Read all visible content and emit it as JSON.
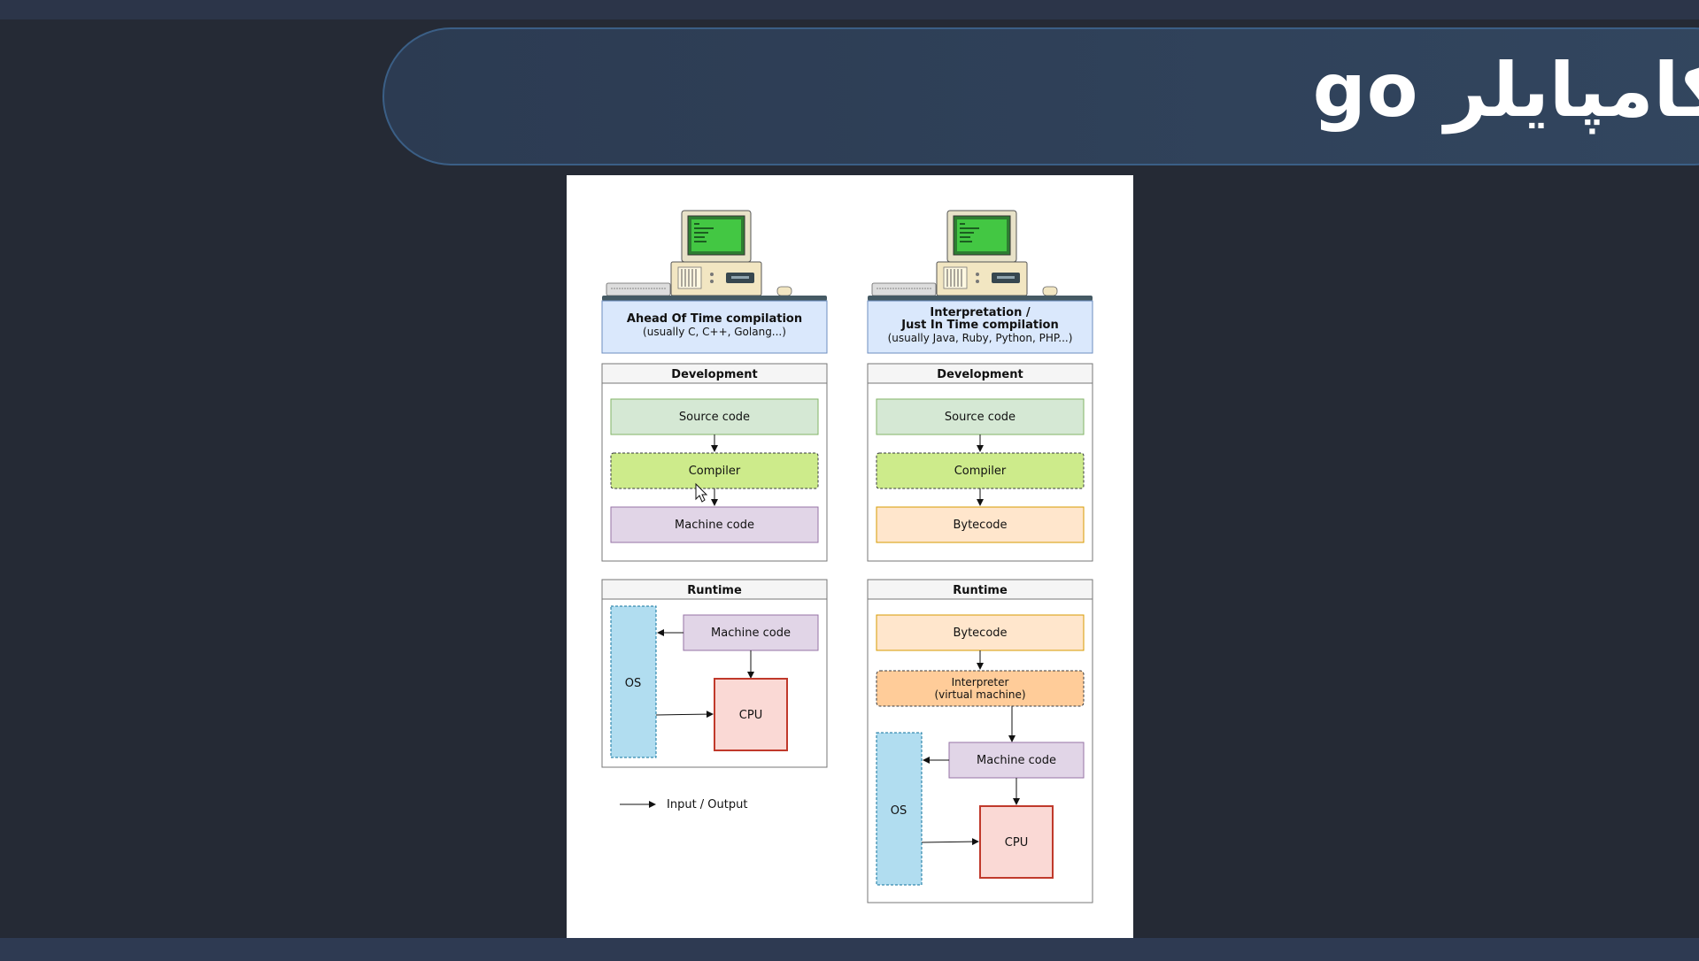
{
  "slide": {
    "title": "کامپایلر go"
  },
  "diagram": {
    "aot": {
      "title": "Ahead Of Time compilation",
      "subtitle": "(usually C, C++, Golang...)",
      "development": {
        "header": "Development",
        "source": "Source code",
        "compiler": "Compiler",
        "output": "Machine code"
      },
      "runtime": {
        "header": "Runtime",
        "machine_code": "Machine code",
        "os": "OS",
        "cpu": "CPU"
      }
    },
    "jit": {
      "title_line1": "Interpretation /",
      "title_line2": "Just In Time compilation",
      "subtitle": "(usually Java, Ruby, Python, PHP...)",
      "development": {
        "header": "Development",
        "source": "Source code",
        "compiler": "Compiler",
        "output": "Bytecode"
      },
      "runtime": {
        "header": "Runtime",
        "bytecode": "Bytecode",
        "interpreter_line1": "Interpreter",
        "interpreter_line2": "(virtual machine)",
        "machine_code": "Machine code",
        "os": "OS",
        "cpu": "CPU"
      }
    },
    "legend": {
      "label": "Input / Output"
    }
  },
  "colors": {
    "background": "#252a35",
    "title_pill": "#2c3b52",
    "source_code": "#d5e8d4",
    "compiler": "#cdeb8b",
    "machine_code": "#e1d5e7",
    "bytecode": "#ffe6cc",
    "interpreter": "#ffcc99",
    "os": "#b1ddf0",
    "cpu": "#fad9d5",
    "title_box": "#dae8fc",
    "cpu_border": "#c0392b"
  },
  "icons": [
    "computer-icon",
    "mouse-cursor-icon"
  ]
}
